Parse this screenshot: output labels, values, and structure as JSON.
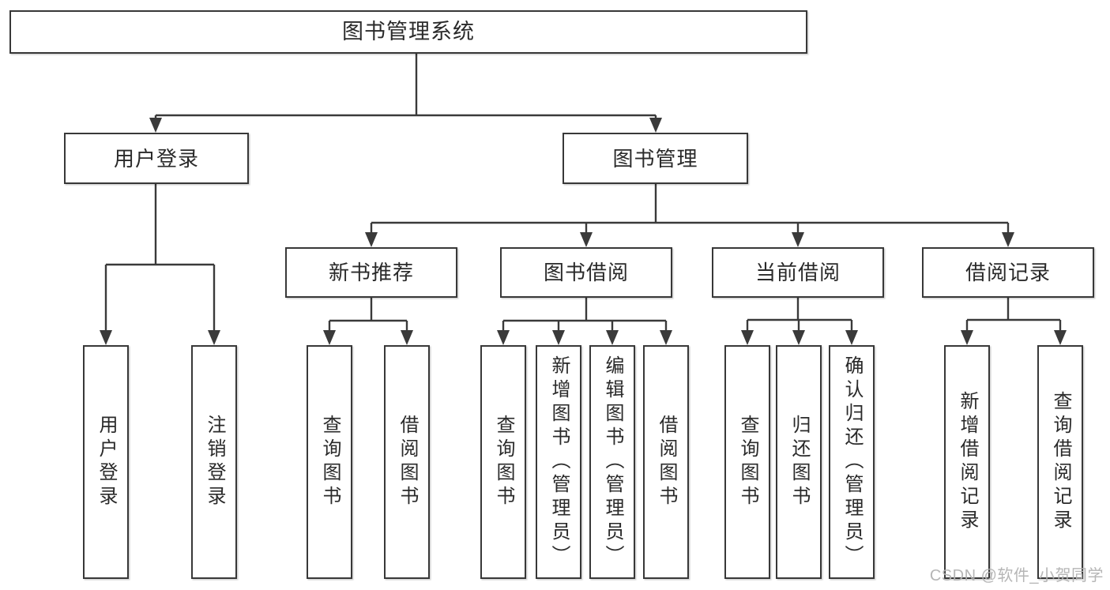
{
  "tree": {
    "root": "图书管理系统",
    "level2": [
      {
        "label": "用户登录",
        "leaves": [
          "用户登录",
          "注销登录"
        ]
      },
      {
        "label": "图书管理",
        "sections": [
          {
            "label": "新书推荐",
            "leaves": [
              "查询图书",
              "借阅图书"
            ]
          },
          {
            "label": "图书借阅",
            "leaves": [
              "查询图书",
              "新增图书（管理员）",
              "编辑图书（管理员）",
              "借阅图书"
            ]
          },
          {
            "label": "当前借阅",
            "leaves": [
              "查询图书",
              "归还图书",
              "确认归还（管理员）"
            ]
          },
          {
            "label": "借阅记录",
            "leaves": [
              "新增借阅记录",
              "查询借阅记录"
            ]
          }
        ]
      }
    ]
  },
  "watermark": "CSDN @软件_小贺同学",
  "colors": {
    "line": "#3a3a3a",
    "text": "#2a2a2a",
    "watermark": "#b2b2b2",
    "background": "#ffffff"
  }
}
